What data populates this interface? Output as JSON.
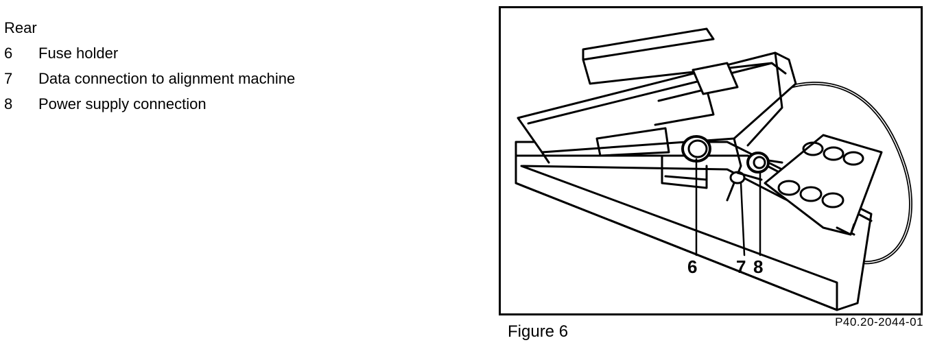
{
  "legend": {
    "heading": "Rear",
    "items": [
      {
        "number": "6",
        "label": "Fuse holder"
      },
      {
        "number": "7",
        "label": "Data connection to alignment machine"
      },
      {
        "number": "8",
        "label": "Power supply connection"
      }
    ]
  },
  "figure": {
    "callouts": [
      "6",
      "7",
      "8"
    ],
    "caption": "Figure 6",
    "reference": "P40.20-2044-01"
  }
}
